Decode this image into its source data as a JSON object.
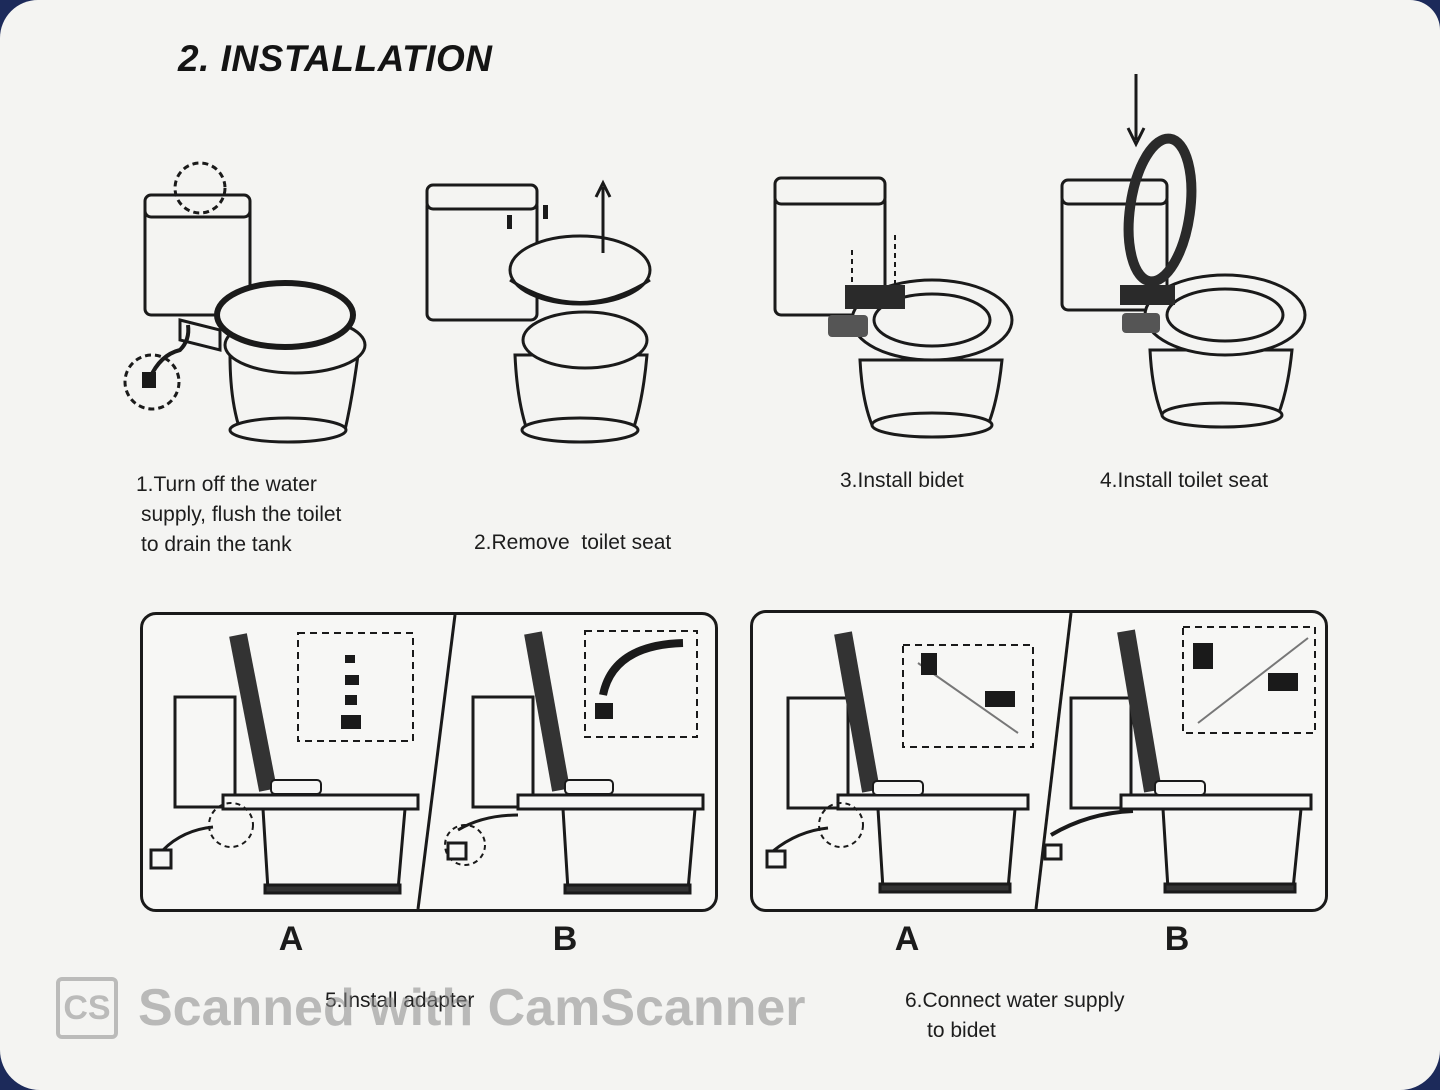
{
  "heading": "2. INSTALLATION",
  "steps": [
    {
      "caption_lines": [
        "1.Turn off the water",
        "supply, flush the toilet",
        "to drain the tank"
      ]
    },
    {
      "caption_lines": [
        "2.Remove  toilet seat"
      ]
    },
    {
      "caption_lines": [
        "3.Install bidet"
      ]
    },
    {
      "caption_lines": [
        "4.Install toilet seat"
      ]
    }
  ],
  "panels": [
    {
      "labels": [
        "A",
        "B"
      ],
      "caption_lines": [
        "5.Install adapter"
      ]
    },
    {
      "labels": [
        "A",
        "B"
      ],
      "caption_lines": [
        "6.Connect water supply",
        "to bidet"
      ]
    }
  ],
  "watermark": {
    "logo": "CS",
    "text": "Scanned with CamScanner"
  }
}
